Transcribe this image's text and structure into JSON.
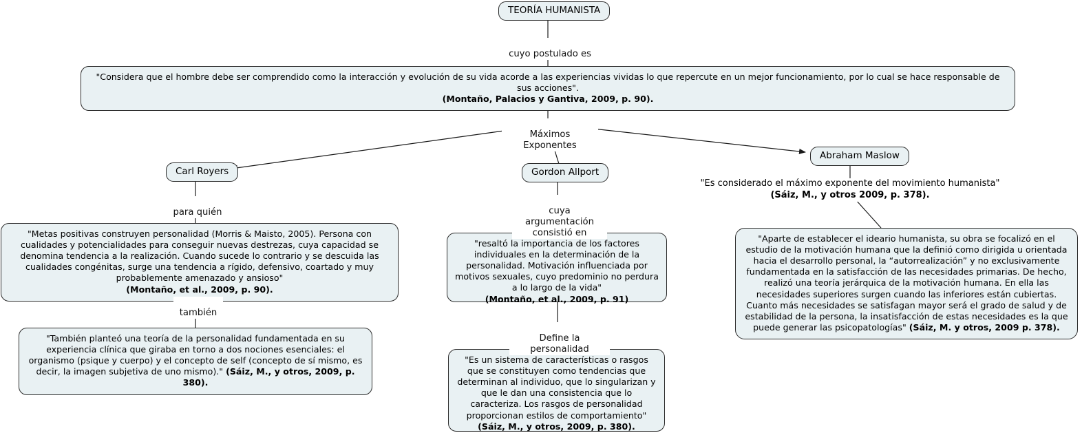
{
  "diagram": {
    "title": "TEORÍA HUMANISTA",
    "root": {
      "label": "TEORÍA HUMANISTA"
    },
    "link_labels": {
      "postulado": "cuyo postulado es",
      "maximos_exponentes": "Máximos Exponentes",
      "para_quien": "para quién",
      "tambien": "también",
      "cuya_argumentacion": "cuya argumentación\nconsistió en",
      "define_personalidad": "Define la personalidad"
    },
    "nodes": {
      "postulado_quote": {
        "text": "\"Considera que el hombre debe ser comprendido como la interacción y evolución de su vida acorde a las experiencias vividas lo que repercute en un mejor funcionamiento, por lo cual se hace responsable de sus acciones\".",
        "citation": "(Montaño, Palacios y Gantiva, 2009, p. 90)."
      },
      "carl_royers": {
        "label": "Carl Royers"
      },
      "gordon_allport": {
        "label": "Gordon Allport"
      },
      "abraham_maslow": {
        "label": "Abraham Maslow"
      },
      "royers_quote_1": {
        "text": "\"Metas positivas construyen personalidad (Morris & Maisto, 2005). Persona con cualidades y potencialidades para conseguir nuevas destrezas, cuya capacidad se denomina tendencia a la realización. Cuando sucede lo contrario y se descuida las cualidades congénitas, surge una tendencia a  rígido, defensivo, coartado y muy probablemente amenazado y ansioso\"",
        "citation": "(Montaño, et al., 2009, p. 90)."
      },
      "royers_quote_2": {
        "text": "\"También planteó una teoría de la personalidad fundamentada en su experiencia clínica que giraba en torno a dos nociones esenciales: el organismo (psique y cuerpo) y el concepto de self (concepto de sí mismo, es decir, la imagen subjetiva de uno mismo).\"",
        "citation": "(Sáiz, M., y otros, 2009, p. 380)."
      },
      "allport_quote_1": {
        "text": "\"resaltó la importancia de los factores individuales en la determinación de la personalidad. Motivación influenciada por motivos sexuales, cuyo predominio no perdura a lo largo de la vida\"",
        "citation": "(Montaño, et al., 2009, p. 91)"
      },
      "allport_quote_2": {
        "text": "\"Es un sistema de características o rasgos que se constituyen como tendencias que determinan al individuo, que lo singularizan y que le dan una consistencia que lo caracteriza. Los rasgos de personalidad proporcionan estilos de comportamiento\"",
        "citation": "(Sáiz, M., y otros, 2009, p. 380)."
      },
      "maslow_caption": {
        "text": "\"Es considerado el máximo exponente del movimiento humanista\"",
        "citation": "(Sáiz, M., y otros 2009, p. 378)."
      },
      "maslow_quote": {
        "text": "\"Aparte de establecer el ideario humanista, su obra se focalizó en el estudio de la motivación humana que la definió como dirigida u orientada hacia el desarrollo personal, la “autorrealización” y no exclusivamente fundamentada en la satisfacción de las necesidades primarias. De hecho, realizó una teoría jerárquica de la motivación humana. En ella las necesidades superiores surgen cuando las inferiores están cubiertas. Cuanto más necesidades se satisfagan mayor será el grado de salud y de estabilidad de la persona, la insatisfacción de estas necesidades es la que puede generar las psicopatologías\"",
        "citation": "(Sáiz, M. y otros, 2009 p. 378)."
      }
    },
    "colors": {
      "node_fill": "#e9f1f3",
      "node_border": "#2b2b2b",
      "edge": "#1a1a1a",
      "background": "#ffffff",
      "text": "#000000"
    }
  }
}
